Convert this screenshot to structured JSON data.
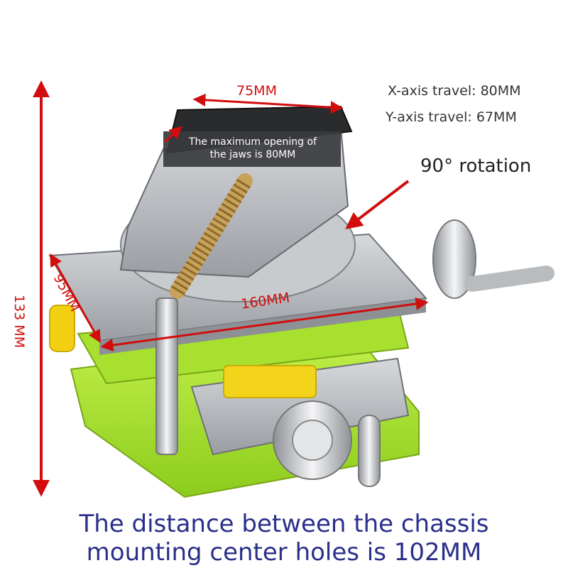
{
  "specs": {
    "x_travel": "X-axis travel: 80MM",
    "y_travel": "Y-axis travel: 67MM"
  },
  "dimensions": {
    "jaw_width": "75MM",
    "jaw_opening_line1": "The maximum opening of",
    "jaw_opening_line2": "the jaws is 80MM",
    "rotation": "90° rotation",
    "depth": "95MM",
    "length": "160MM",
    "height": "133 MM"
  },
  "caption": {
    "line1": "The distance between the chassis",
    "line2": "mounting center holes is 102MM"
  },
  "colors": {
    "annotation": "#d10d0d",
    "base_green": "#a6e22e",
    "metal": "#b9bcbf",
    "caption": "#2a2f8a"
  }
}
